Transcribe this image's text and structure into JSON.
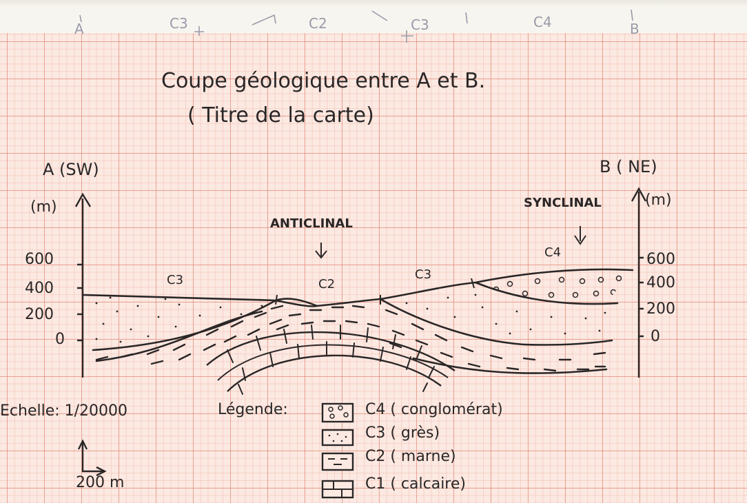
{
  "top_strip": {
    "labels": [
      "A",
      "C3",
      "C2",
      "C3",
      "C4",
      "B"
    ]
  },
  "title": {
    "line1": "Coupe géologique entre A et B.",
    "line2": "( Titre de la carte)"
  },
  "left_axis": {
    "end_label": "A (SW)",
    "unit": "(m)",
    "ticks": [
      "600",
      "400",
      "200",
      "0"
    ]
  },
  "right_axis": {
    "end_label": "B ( NE)",
    "unit": "(m)",
    "ticks": [
      "600",
      "400",
      "200",
      "0"
    ]
  },
  "structures": {
    "anticline": "ANTICLINAL",
    "syncline": "SYNCLINAL"
  },
  "outcrop_labels": [
    "C3",
    "C2",
    "C3",
    "C4"
  ],
  "scale": {
    "text": "Echelle: 1/20000",
    "bar_label": "200 m"
  },
  "legend": {
    "title": "Légende:",
    "items": [
      {
        "label": "C4 ( conglomérat)",
        "pattern": "conglomerate"
      },
      {
        "label": "C3 ( grès)",
        "pattern": "sandstone"
      },
      {
        "label": "C2 ( marne)",
        "pattern": "marl"
      },
      {
        "label": "C1 ( calcaire)",
        "pattern": "limestone"
      }
    ]
  },
  "colors": {
    "paper": "#fbe9e2",
    "grid_line": "#de7864",
    "ink": "#2a2626",
    "pencil": "#9a9aa8"
  }
}
